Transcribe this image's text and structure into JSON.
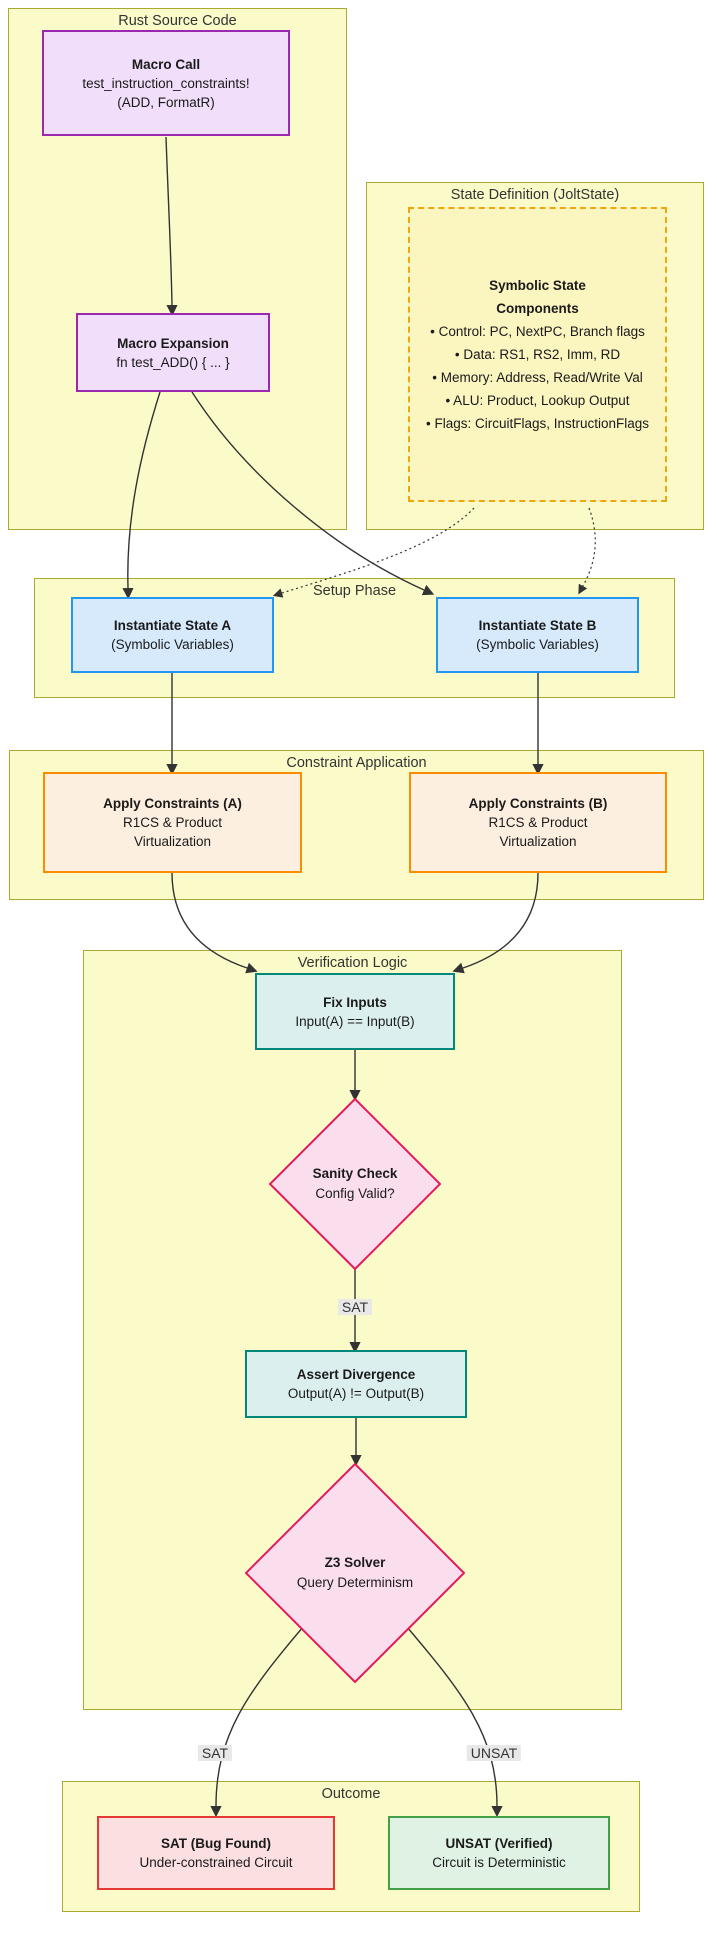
{
  "diagram": {
    "subgraphs": {
      "rust": {
        "title": "Rust Source Code"
      },
      "state_def": {
        "title": "State Definition (JoltState)"
      },
      "setup": {
        "title": "Setup Phase"
      },
      "constraint": {
        "title": "Constraint Application"
      },
      "verification": {
        "title": "Verification Logic"
      },
      "outcome": {
        "title": "Outcome"
      }
    },
    "nodes": {
      "macro_call": {
        "title": "Macro Call",
        "line1": "test_instruction_constraints!",
        "line2": "(ADD, FormatR)"
      },
      "macro_expansion": {
        "title": "Macro Expansion",
        "line1": "fn test_ADD() { ... }"
      },
      "symbolic_state": {
        "title_line1": "Symbolic State",
        "title_line2": "Components",
        "bullets": [
          "• Control: PC, NextPC, Branch flags",
          "• Data: RS1, RS2, Imm, RD",
          "• Memory: Address, Read/Write Val",
          "• ALU: Product, Lookup Output",
          "• Flags: CircuitFlags, InstructionFlags"
        ]
      },
      "instantiate_a": {
        "title": "Instantiate State A",
        "line1": "(Symbolic Variables)"
      },
      "instantiate_b": {
        "title": "Instantiate State B",
        "line1": "(Symbolic Variables)"
      },
      "apply_a": {
        "title": "Apply Constraints (A)",
        "line1": "R1CS & Product",
        "line2": "Virtualization"
      },
      "apply_b": {
        "title": "Apply Constraints (B)",
        "line1": "R1CS & Product",
        "line2": "Virtualization"
      },
      "fix_inputs": {
        "title": "Fix Inputs",
        "line1": "Input(A) == Input(B)"
      },
      "sanity_check": {
        "title": "Sanity Check",
        "line1": "Config Valid?"
      },
      "assert_divergence": {
        "title": "Assert Divergence",
        "line1": "Output(A) != Output(B)"
      },
      "z3_solver": {
        "title": "Z3 Solver",
        "line1": "Query Determinism"
      },
      "sat_outcome": {
        "title": "SAT (Bug Found)",
        "line1": "Under-constrained Circuit"
      },
      "unsat_outcome": {
        "title": "UNSAT (Verified)",
        "line1": "Circuit is Deterministic"
      }
    },
    "edge_labels": {
      "sanity_to_assert": "SAT",
      "z3_to_sat": "SAT",
      "z3_to_unsat": "UNSAT"
    },
    "colors": {
      "subgraph_fill": "#fbfbca",
      "subgraph_border": "#aaaa33",
      "purple_border": "#9c27b0",
      "purple_fill": "#f1defa",
      "yellow_dashed_border": "#f2a60d",
      "yellow_fill": "#fbf5c0",
      "blue_border": "#2196f3",
      "blue_fill": "#d6eafc",
      "orange_border": "#fb8c00",
      "orange_fill": "#fdefdf",
      "teal_border": "#00897b",
      "teal_fill": "#dbf0ee",
      "pink_border": "#e6185e",
      "pink_fill": "#fbdeee",
      "red_border": "#e53935",
      "red_fill": "#fbdfe1",
      "green_border": "#43a047",
      "green_fill": "#dff2e3",
      "edge": "#333333",
      "edge_label_bg": "#e8e8e8"
    }
  }
}
